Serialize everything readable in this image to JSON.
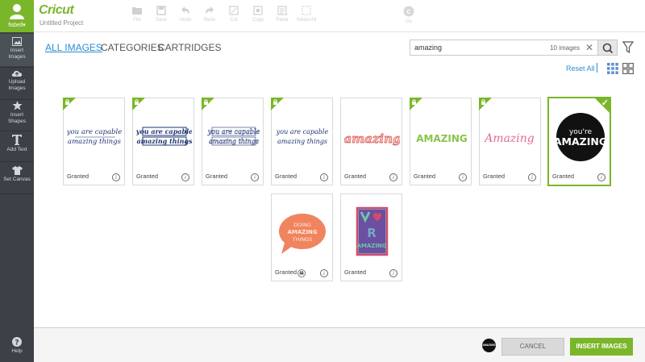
{
  "user": {
    "name": "fisbell",
    "caret": "▾"
  },
  "sidebar": {
    "items": [
      {
        "label1": "Insert",
        "label2": "Images"
      },
      {
        "label1": "Upload",
        "label2": "Images"
      },
      {
        "label1": "Insert",
        "label2": "Shapes"
      },
      {
        "label1": "Add Text",
        "label2": ""
      },
      {
        "label1": "Set Canvas",
        "label2": ""
      }
    ],
    "help": "Help"
  },
  "header": {
    "logo": "Cricut",
    "project": "Untitled Project",
    "toolbar": [
      "File",
      "Save",
      "Undo",
      "Redo",
      "Cut",
      "Copy",
      "Paste",
      "Select All",
      "",
      "Go"
    ]
  },
  "tabs": [
    "ALL IMAGES",
    "CATEGORIES",
    "CARTRIDGES"
  ],
  "search": {
    "query": "amazing",
    "count": "10 images",
    "clear": "✕"
  },
  "reset": "Reset All",
  "cards": [
    {
      "status": "Granted",
      "thumb": "you are capable of amazing things",
      "locked": true,
      "selected": false
    },
    {
      "status": "Granted",
      "thumb": "you are capable of amazing things",
      "locked": true,
      "selected": false
    },
    {
      "status": "Granted",
      "thumb": "you are capable of amazing things",
      "locked": true,
      "selected": false
    },
    {
      "status": "Granted",
      "thumb": "you are capable of amazing things",
      "locked": true,
      "selected": false
    },
    {
      "status": "Granted",
      "thumb": "amazing",
      "locked": false,
      "selected": false
    },
    {
      "status": "Granted",
      "thumb": "AMAZING",
      "locked": true,
      "selected": false
    },
    {
      "status": "Granted",
      "thumb": "Amazing",
      "locked": true,
      "selected": false
    },
    {
      "status": "Granted",
      "thumb": "you're AMAZING",
      "locked": false,
      "selected": true
    },
    {
      "status": "Granted",
      "thumb": "DOING AMAZING THINGS",
      "locked": false,
      "selected": false,
      "print": true
    },
    {
      "status": "Granted",
      "thumb": "YOU R AMAZING",
      "locked": false,
      "selected": false
    }
  ],
  "footer": {
    "selected_thumb": "AMAZING",
    "cancel": "CANCEL",
    "insert": "INSERT IMAGES"
  },
  "colors": {
    "accent": "#7ab62a",
    "link": "#2b8ed3",
    "sidebar": "#3b4147",
    "navy": "#1f3573"
  }
}
